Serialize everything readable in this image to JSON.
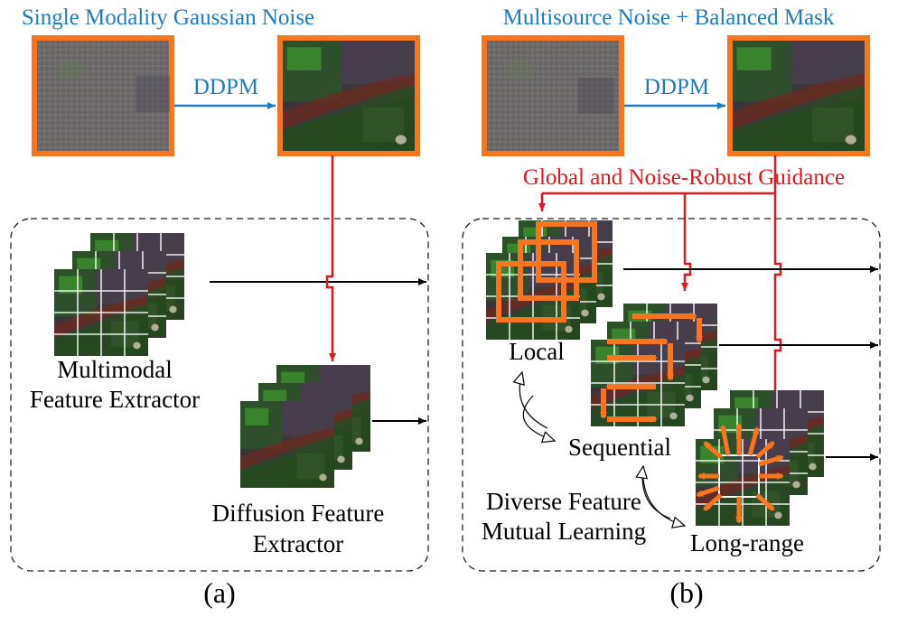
{
  "colors": {
    "blue": "#1f7bc0",
    "red": "#e3161b",
    "orange": "#f7751f",
    "black": "#000000",
    "dashed_border": "#222222"
  },
  "panel_a": {
    "title": "Single Modality Gaussian Noise",
    "arrow_label": "DDPM",
    "multimodal_label_line1": "Multimodal",
    "multimodal_label_line2": "Feature Extractor",
    "diffusion_label_line1": "Diffusion Feature",
    "diffusion_label_line2": "Extractor",
    "caption": "(a)"
  },
  "panel_b": {
    "title": "Multisource Noise + Balanced Mask",
    "arrow_label": "DDPM",
    "guidance_label": "Global and Noise-Robust Guidance",
    "local_label": "Local",
    "sequential_label": "Sequential",
    "long_range_label": "Long-range",
    "mutual_line1": "Diverse Feature",
    "mutual_line2": "Mutual Learning",
    "caption": "(b)"
  }
}
